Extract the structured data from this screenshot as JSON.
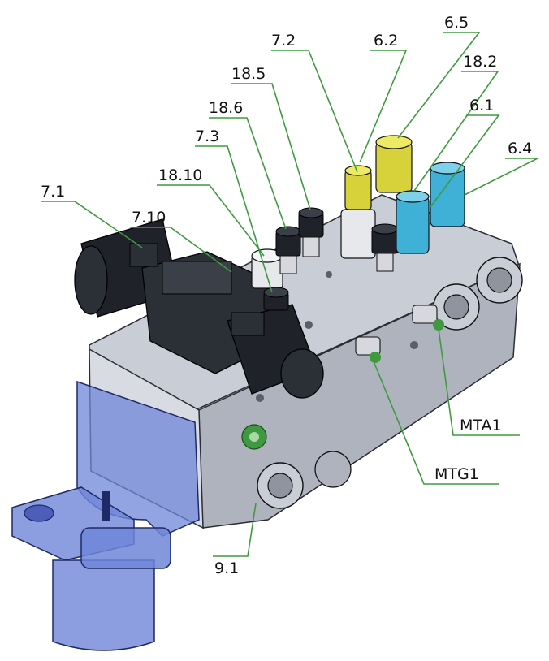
{
  "colors": {
    "leader": "#3f9a3f",
    "body_top": "#c9cdd6",
    "body_front": "#aeb3be",
    "body_side": "#d8dbe2",
    "coil_dark": "#1f2228",
    "valve_yellow": "#d7d23a",
    "valve_cyan": "#3fb0d6",
    "filter_blue": "#6f86d8"
  },
  "callouts": [
    {
      "id": "7.2",
      "text": "7.2"
    },
    {
      "id": "6.2",
      "text": "6.2"
    },
    {
      "id": "6.5",
      "text": "6.5"
    },
    {
      "id": "18.5",
      "text": "18.5"
    },
    {
      "id": "18.2",
      "text": "18.2"
    },
    {
      "id": "18.6",
      "text": "18.6"
    },
    {
      "id": "6.1",
      "text": "6.1"
    },
    {
      "id": "7.3",
      "text": "7.3"
    },
    {
      "id": "6.4",
      "text": "6.4"
    },
    {
      "id": "18.10",
      "text": "18.10"
    },
    {
      "id": "7.1",
      "text": "7.1"
    },
    {
      "id": "7.10",
      "text": "7.10"
    },
    {
      "id": "MTA1",
      "text": "MTA1"
    },
    {
      "id": "MTG1",
      "text": "MTG1"
    },
    {
      "id": "9.1",
      "text": "9.1"
    }
  ]
}
